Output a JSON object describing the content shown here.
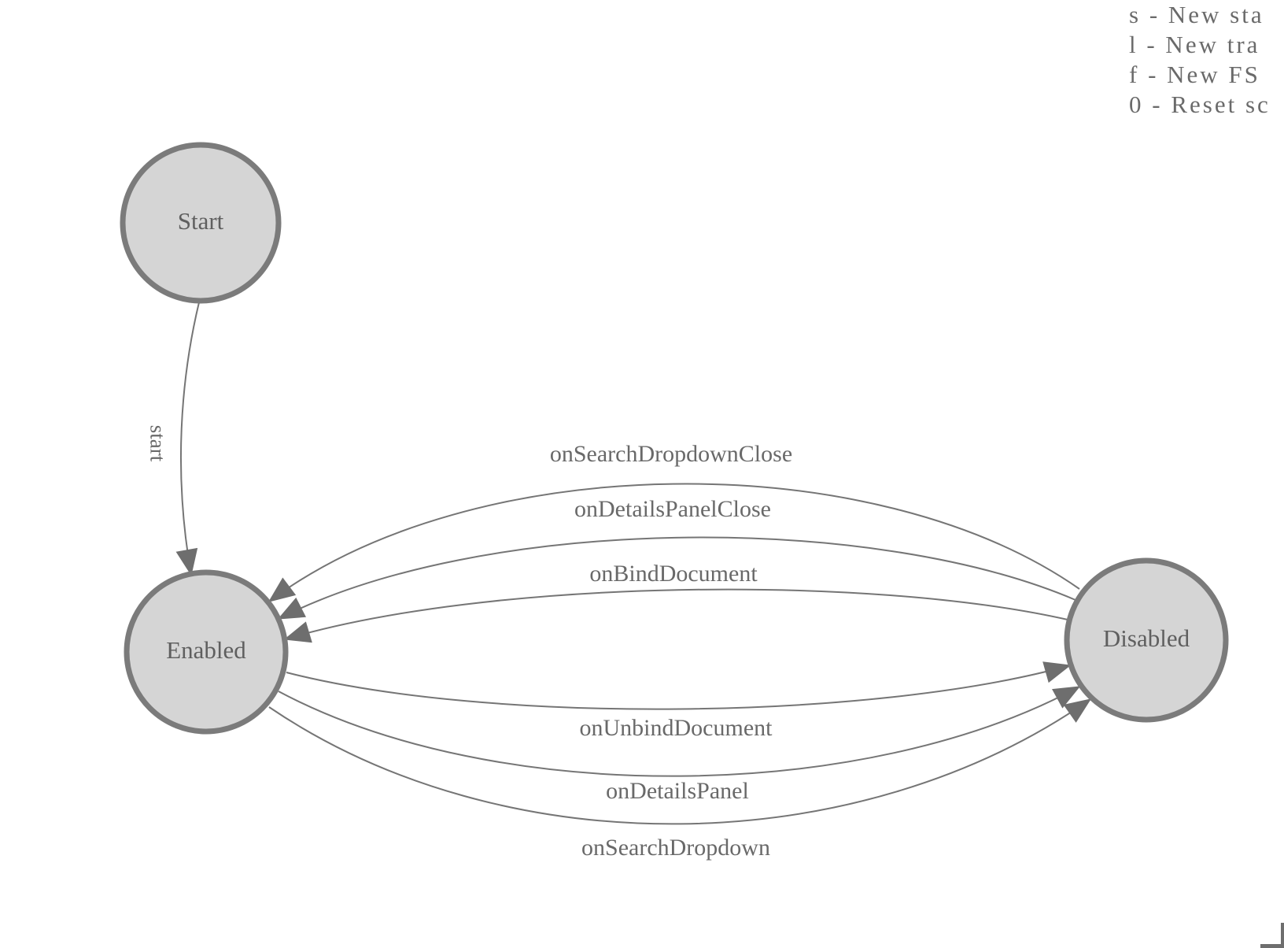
{
  "diagram": {
    "states": [
      {
        "id": "start",
        "label": "Start"
      },
      {
        "id": "enabled",
        "label": "Enabled"
      },
      {
        "id": "disabled",
        "label": "Disabled"
      }
    ],
    "transitions": [
      {
        "label": "start",
        "from": "Start",
        "to": "Enabled"
      },
      {
        "label": "onSearchDropdownClose",
        "from": "Disabled",
        "to": "Enabled"
      },
      {
        "label": "onDetailsPanelClose",
        "from": "Disabled",
        "to": "Enabled"
      },
      {
        "label": "onBindDocument",
        "from": "Disabled",
        "to": "Enabled"
      },
      {
        "label": "onUnbindDocument",
        "from": "Enabled",
        "to": "Disabled"
      },
      {
        "label": "onDetailsPanel",
        "from": "Enabled",
        "to": "Disabled"
      },
      {
        "label": "onSearchDropdown",
        "from": "Enabled",
        "to": "Disabled"
      }
    ]
  },
  "legend": {
    "lines": [
      "s - New sta",
      "l - New tra",
      "f - New FS",
      "0 - Reset sc"
    ]
  },
  "colors": {
    "state_fill": "#d5d5d5",
    "state_stroke": "#7b7b7b",
    "edge_stroke": "#757575",
    "arrowhead": "#6e6e6e",
    "state_text": "#5f5f5f",
    "edge_text": "#696969",
    "legend_text": "#6a6a6a"
  }
}
